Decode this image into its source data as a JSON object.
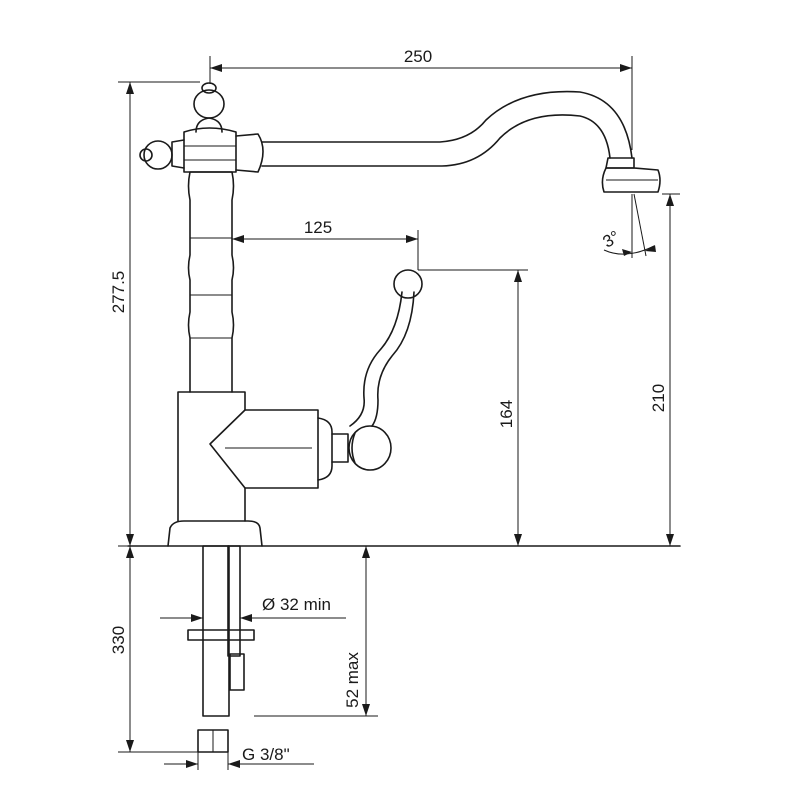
{
  "dimensions": {
    "spout_reach": "250",
    "lever_reach": "125",
    "overall_height": "277.5",
    "spout_height": "210",
    "lever_height": "164",
    "spout_angle": "3°",
    "hole_diameter": "Ø 32 min",
    "hose_length": "330",
    "max_thickness": "52 max",
    "connection_thread": "G 3/8\""
  },
  "colors": {
    "line": "#1a1a1a",
    "background": "#ffffff"
  }
}
